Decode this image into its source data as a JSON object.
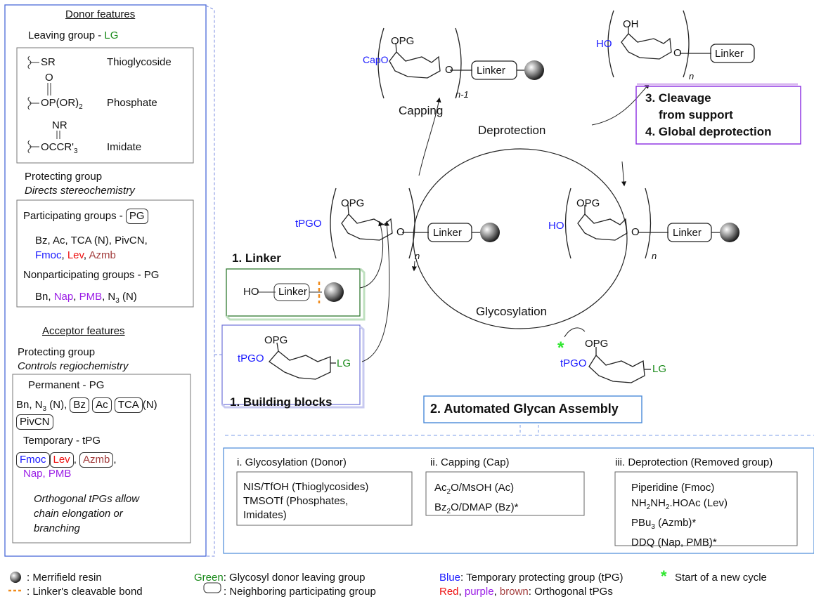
{
  "left": {
    "donor_title": "Donor features",
    "lg_heading": "Leaving group - ",
    "lg_abbr": "LG",
    "lg_rows": [
      {
        "formula": "SR",
        "name": "Thioglycoside"
      },
      {
        "formula": "OP(OR)2",
        "name": "Phosphate"
      },
      {
        "formula": "OCCR'3",
        "name": "Imidate"
      }
    ],
    "phosphate_o": "O",
    "imidate_nr": "NR",
    "pg_heading": "Protecting group",
    "pg_sub": "Directs stereochemistry",
    "participating_label": "Participating groups - ",
    "participating_pill": "PG",
    "participating_list": "Bz, Ac, TCA (N), PivCN,",
    "fmoc": "Fmoc",
    "lev": "Lev",
    "azmb": "Azmb",
    "nonparticipating_label": "Nonparticipating groups - PG",
    "bn": "Bn, ",
    "nap": "Nap",
    "pmb": "PMB",
    "n3": "N3 (N)",
    "acceptor_title": "Acceptor features",
    "acc_pg_heading": "Protecting group",
    "acc_pg_sub": "Controls regiochemistry",
    "permanent_label": "Permanent - PG",
    "perm_bn": "Bn, N3 (N),",
    "perm_bz": "Bz",
    "perm_ac": "Ac",
    "perm_tca": "TCA",
    "perm_n": "(N)",
    "perm_pivcn": "PivCN",
    "temporary_label": "Temporary  - tPG",
    "orthogonal_note": "Orthogonal tPGs allow chain elongation or branching"
  },
  "linker_title": "1. Linker",
  "linker_ho": "HO",
  "linker_word": "Linker",
  "building_blocks_title": "1. Building blocks",
  "cycle": {
    "capping": "Capping",
    "deprotection": "Deprotection",
    "glycosylation": "Glycosylation",
    "cleavage_1": "3. Cleavage",
    "cleavage_2": "from support",
    "cleavage_3": "4. Global deprotection",
    "n": "n",
    "n_minus_1": "n-1",
    "opg": "OPG",
    "oh": "OH",
    "o": "O",
    "capo": "CapO",
    "ho": "HO",
    "tpgo": "tPGO",
    "lg": "LG",
    "star": "*"
  },
  "aga_title": "2. Automated Glycan Assembly",
  "steps": [
    {
      "title": "i. Glycosylation (Donor)",
      "lines": [
        "NIS/TfOH (Thioglycosides)",
        "TMSOTf (Phosphates,",
        "Imidates)"
      ]
    },
    {
      "title": "ii. Capping (Cap)",
      "lines": [
        "Ac2O/MsOH (Ac)",
        "Bz2O/DMAP (Bz)*"
      ]
    },
    {
      "title": "iii. Deprotection (Removed group)",
      "lines": [
        "Piperidine (Fmoc)",
        "NH2NH2.HOAc (Lev)",
        "PBu3 (Azmb)*",
        "DDQ (Nap, PMB)*"
      ]
    }
  ],
  "legend": {
    "resin": ": Merrifield resin",
    "cleavable": ": Linker's cleavable bond",
    "green_word": "Green",
    "green_text": ": Glycosyl donor leaving group",
    "pill_text": ": Neighboring participating group",
    "blue_word": "Blue",
    "blue_text": ": Temporary protecting group (tPG)",
    "red_word": "Red",
    "purple_word": "purple",
    "brown_word": "brown",
    "ortho_text": ": Orthogonal tPGs",
    "comma": ", ",
    "star": "*",
    "star_text": "Start of a new cycle"
  },
  "colors": {
    "blue": "#1a1aff",
    "red": "#ee1111",
    "purple": "#9b1ee6",
    "brown": "#a23c3c",
    "green": "#1a8a1a",
    "orange": "#f08a1a",
    "frame": "#4a6ad8"
  }
}
